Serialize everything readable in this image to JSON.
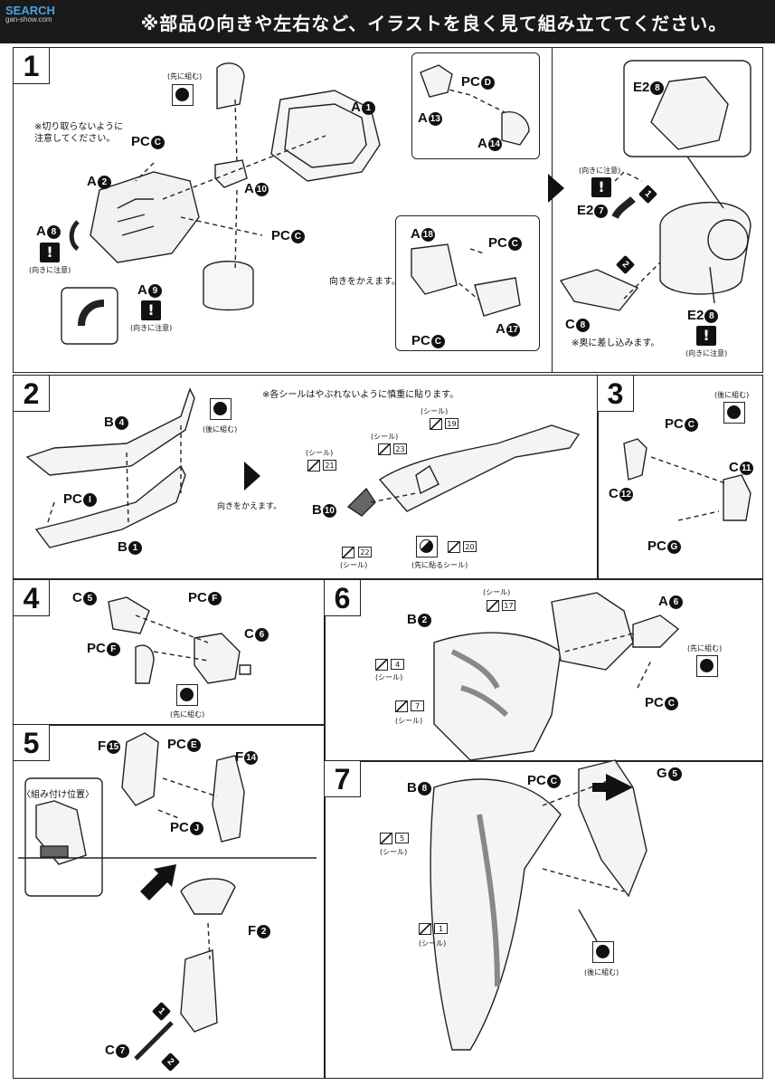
{
  "header": {
    "logo": "SEARCH",
    "logo_sub": "gan-show.com",
    "title": "※部品の向きや左右など、イラストを良く見て組み立ててください。"
  },
  "steps": {
    "s1": "1",
    "s2": "2",
    "s3": "3",
    "s4": "4",
    "s5": "5",
    "s6": "6",
    "s7": "7"
  },
  "notes": {
    "first_assemble": "(先に組む)",
    "after_assemble": "(後に組む)",
    "mind_direction": "(向きに注意)",
    "dont_cut": "※切り取らないように\n注意してください。",
    "change_direction": "向きをかえます。",
    "change_direction_dot": "向きをかえます。",
    "insert_back": "※奥に差し込みます。",
    "seal_careful": "※各シールはやぶれないように慎重に貼ります。",
    "seal": "(シール)",
    "first_seal": "(先に貼るシール)",
    "assembly_position": "〈組み付け位置〉"
  },
  "parts": {
    "A": "A",
    "B": "B",
    "C": "C",
    "E2": "E2",
    "F": "F",
    "G": "G",
    "PC": "PC",
    "n1": "1",
    "n2": "2",
    "n4": "4",
    "n5": "5",
    "n6": "6",
    "n7": "7",
    "n8": "8",
    "n9": "9",
    "n10": "10",
    "n11": "11",
    "n12": "12",
    "n13": "13",
    "n14": "14",
    "n15": "15",
    "n17": "17",
    "n18": "18",
    "pcC": "C",
    "pcD": "D",
    "pcE": "E",
    "pcF": "F",
    "pcG": "G",
    "pcI": "I",
    "pcJ": "J"
  },
  "stickers": {
    "s1": "1",
    "s4": "4",
    "s5": "5",
    "s7": "7",
    "s17": "17",
    "s19": "19",
    "s20": "20",
    "s21": "21",
    "s22": "22",
    "s23": "23"
  },
  "icons": {
    "warning": "!",
    "order1": "1",
    "order2": "2"
  }
}
